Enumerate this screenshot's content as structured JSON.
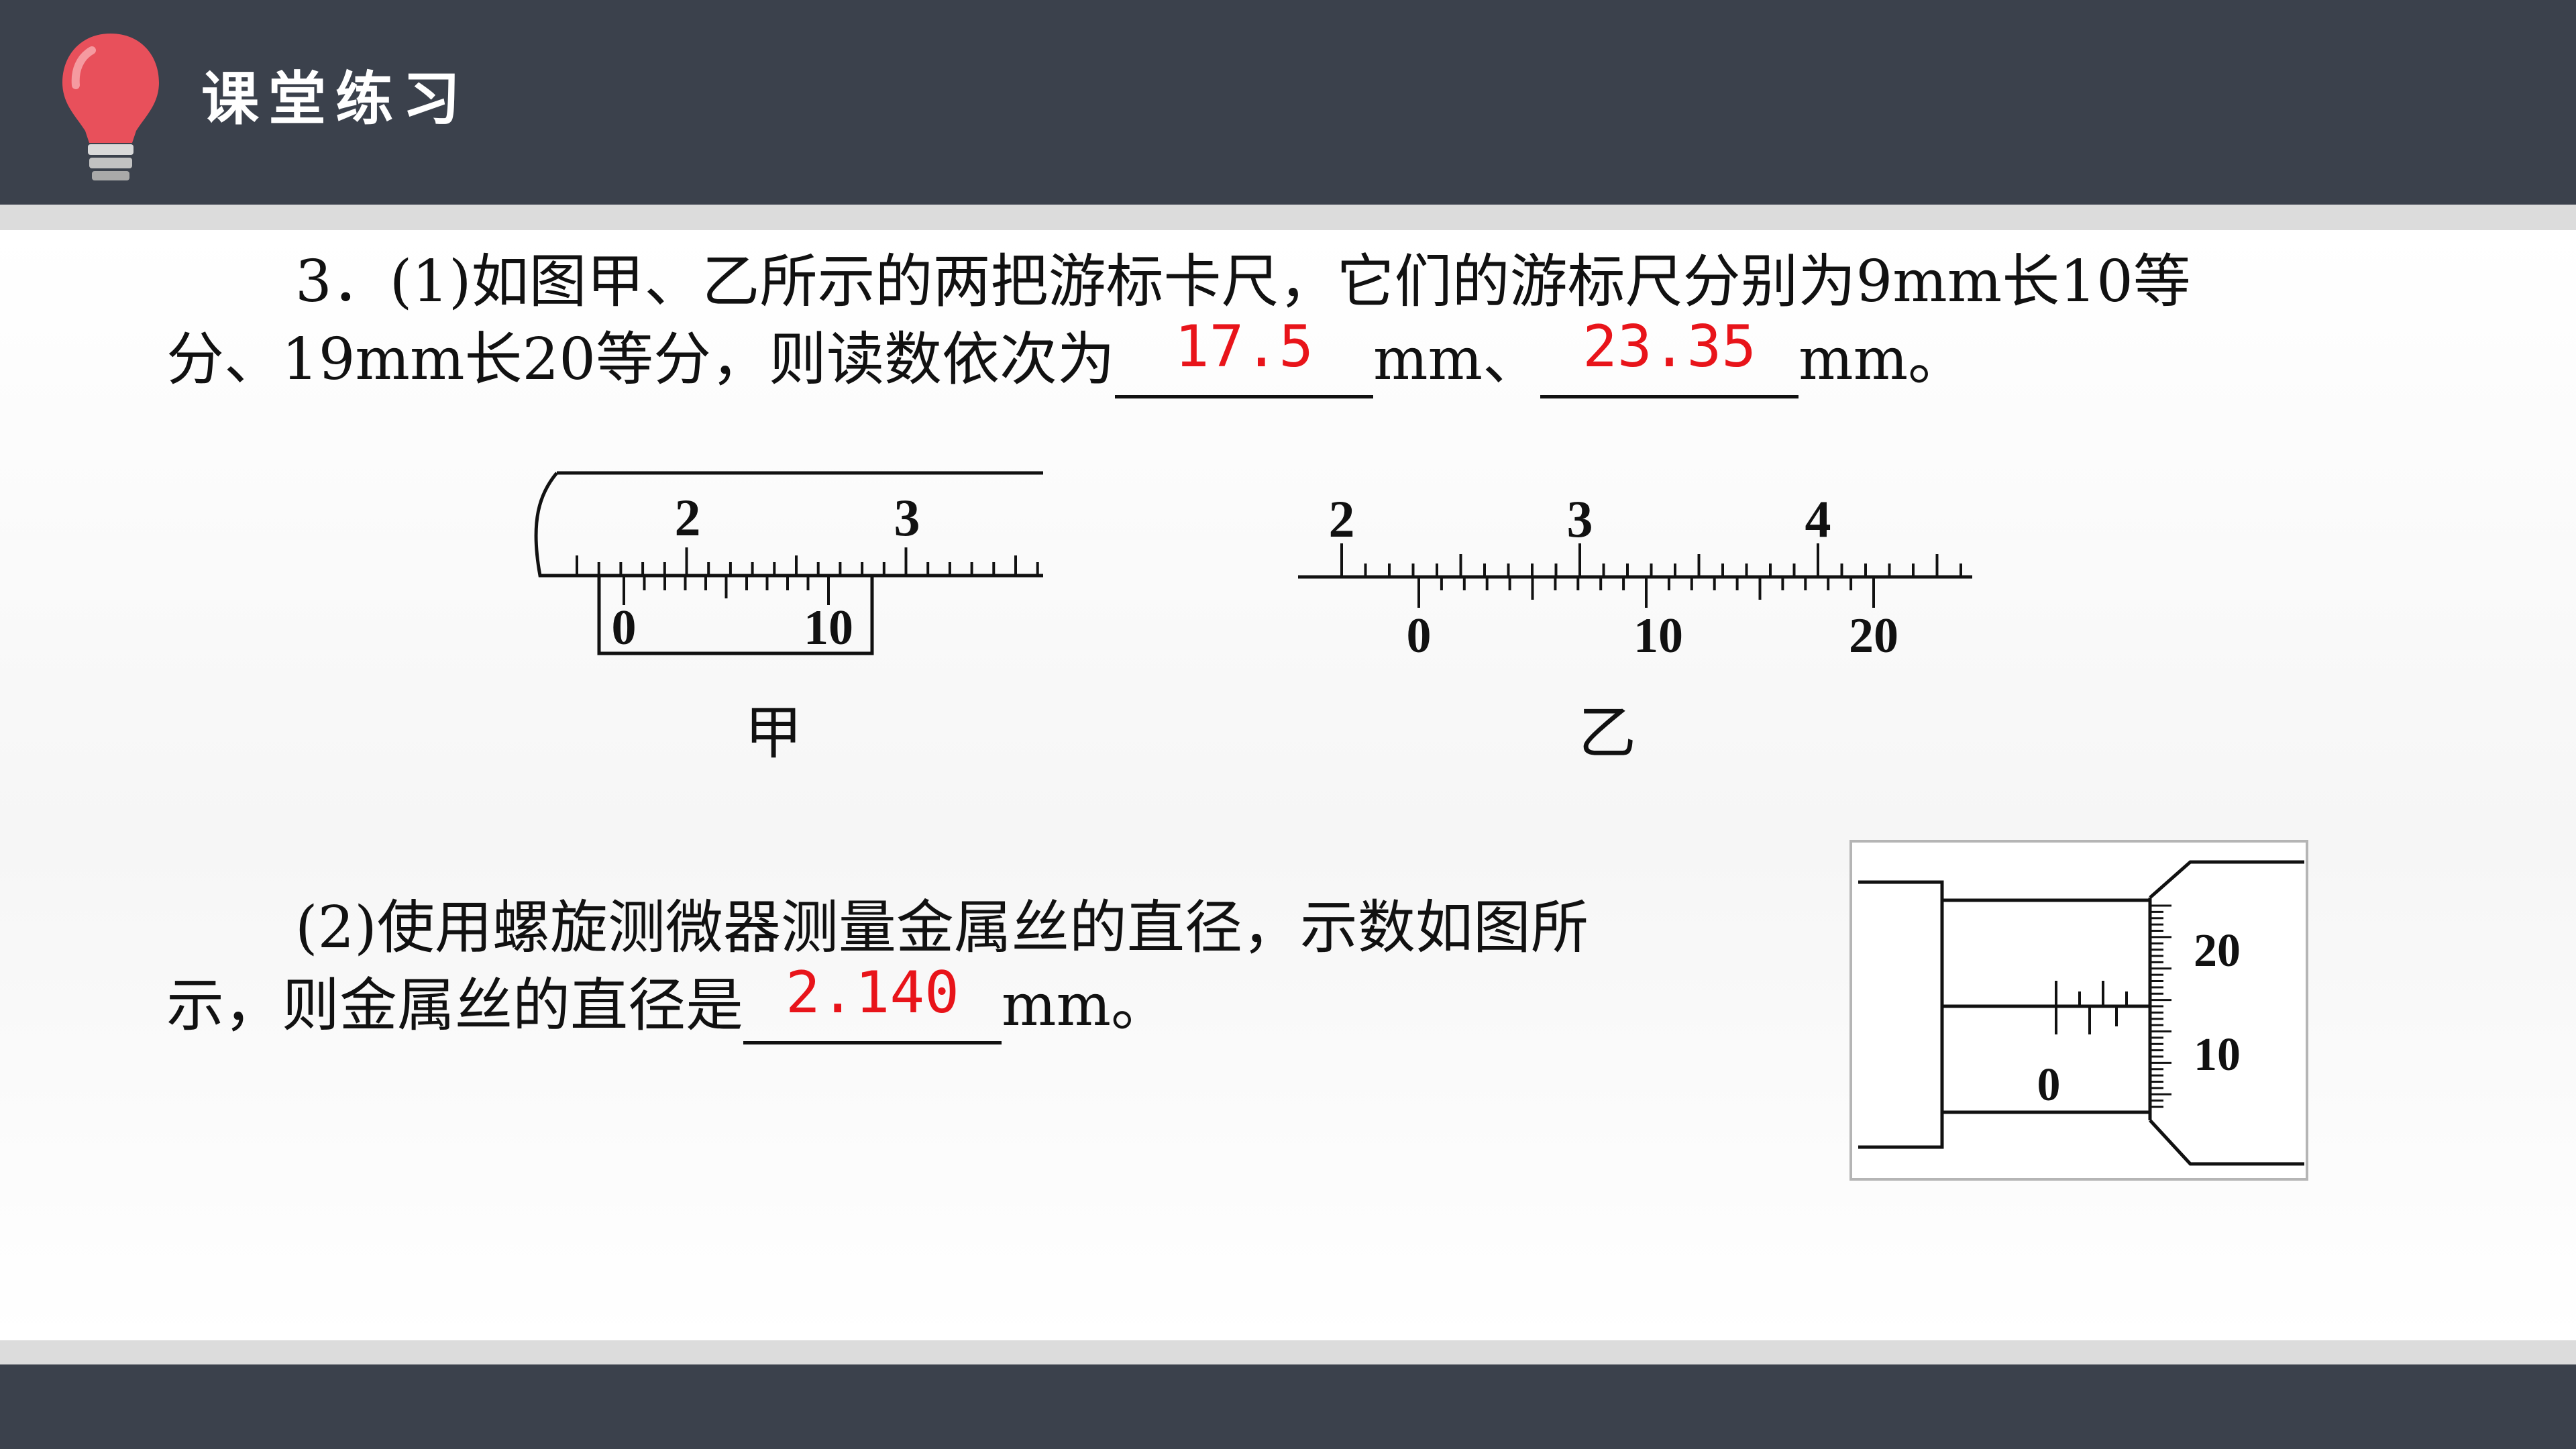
{
  "header": {
    "title": "课堂练习"
  },
  "question3": {
    "part1_line1": "3．(1)如图甲、乙所示的两把游标卡尺，它们的游标尺分别为9mm长10等",
    "part1_line2_prefix": "分、19mm长20等分，则读数依次为",
    "answer1": "17.5",
    "unit1": "mm、",
    "answer2": "23.35",
    "unit2": "mm。",
    "part2_line1": "(2)使用螺旋测微器测量金属丝的直径，示数如图所",
    "part2_line2_prefix": "示，则金属丝的直径是",
    "answer3": "2.140",
    "unit3": "mm。"
  },
  "figure_jia": {
    "label": "甲",
    "main_scale_labels": [
      "2",
      "3"
    ],
    "vernier_labels": [
      "0",
      "10"
    ]
  },
  "figure_yi": {
    "label": "乙",
    "main_scale_labels": [
      "2",
      "3",
      "4"
    ],
    "vernier_labels": [
      "0",
      "10",
      "20"
    ]
  },
  "micrometer": {
    "sleeve_label": "0",
    "thimble_labels": [
      "20",
      "10"
    ]
  },
  "colors": {
    "header_bg": "#3b414c",
    "answer": "#e8141a",
    "bulb": "#e8505b"
  }
}
